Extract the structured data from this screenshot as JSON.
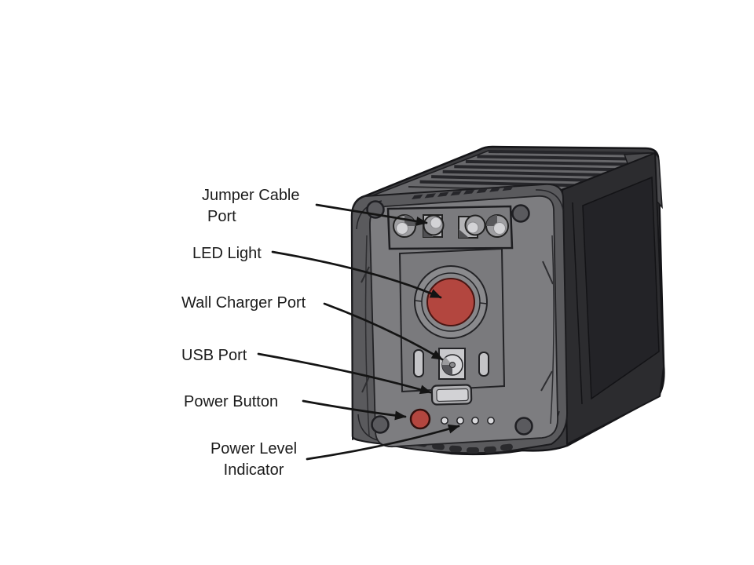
{
  "diagram": {
    "background_color": "#ffffff",
    "colors": {
      "led_red": "#b3463f",
      "power_button_red": "#b3463f",
      "face_gray": "#7d7d80",
      "body_dark": "#3c3c3f",
      "line_black": "#141414"
    },
    "labels": [
      {
        "id": "jumper-cable-port",
        "lines": [
          "Jumper Cable",
          "Port"
        ]
      },
      {
        "id": "led-light",
        "lines": [
          "LED Light"
        ]
      },
      {
        "id": "wall-charger-port",
        "lines": [
          "Wall Charger Port"
        ]
      },
      {
        "id": "usb-port",
        "lines": [
          "USB Port"
        ]
      },
      {
        "id": "power-button",
        "lines": [
          "Power Button"
        ]
      },
      {
        "id": "power-level-indicator",
        "lines": [
          "Power Level",
          "Indicator"
        ]
      }
    ]
  }
}
